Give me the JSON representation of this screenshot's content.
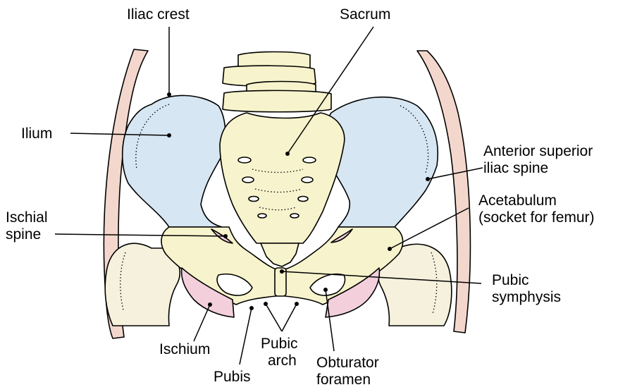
{
  "colors": {
    "ilium": "#d6e6f2",
    "sacrum_and_pubis": "#f7f3cc",
    "ischium": "#f3cfdc",
    "femur": "#f5f1dc",
    "soft_tissue": "#f3d7cd",
    "outline": "#000000"
  },
  "labels": {
    "iliac_crest": "Iliac crest",
    "sacrum": "Sacrum",
    "ilium": "Ilium",
    "asis_line1": "Anterior superior",
    "asis_line2": "iliac spine",
    "acetabulum_line1": "Acetabulum",
    "acetabulum_line2": "(socket for femur)",
    "ischial_spine_line1": "Ischial",
    "ischial_spine_line2": "spine",
    "pubic_symphysis_line1": "Pubic",
    "pubic_symphysis_line2": "symphysis",
    "ischium": "Ischium",
    "pubic_arch_line1": "Pubic",
    "pubic_arch_line2": "arch",
    "pubis": "Pubis",
    "obturator_line1": "Obturator",
    "obturator_line2": "foramen"
  }
}
